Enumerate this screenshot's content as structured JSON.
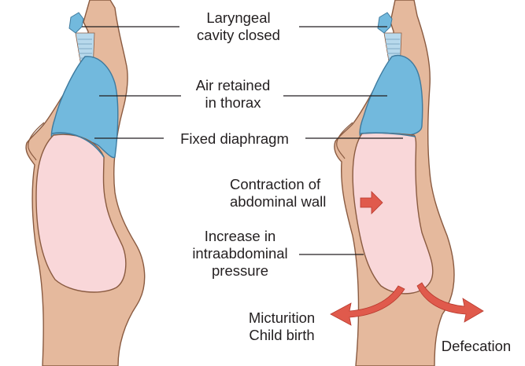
{
  "labels": {
    "laryngeal": [
      "Laryngeal",
      "cavity closed"
    ],
    "air": [
      "Air retained",
      "in thorax"
    ],
    "diaphragm": "Fixed diaphragm",
    "contraction": [
      "Contraction of",
      "abdominal wall"
    ],
    "pressure": [
      "Increase in",
      "intraabdominal",
      "pressure"
    ],
    "micturition": [
      "Micturition",
      "Child birth"
    ],
    "defecation": "Defecation"
  },
  "colors": {
    "skin": "#e5b99d",
    "outline": "#8a5b41",
    "lung": "#72b9dd",
    "abdomen": "#f9d7d9",
    "arrow": "#e05a4c",
    "leader": "#231f20"
  }
}
